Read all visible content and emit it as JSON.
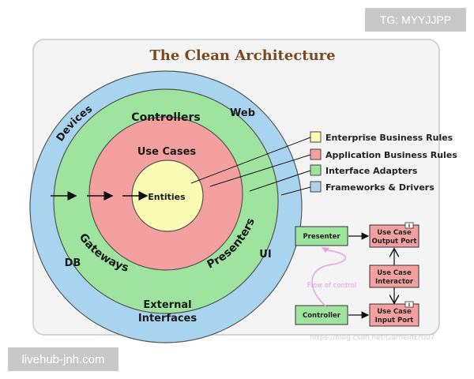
{
  "overlays": {
    "top_right": "TG: MYYJJPP",
    "bottom_left": "livehub-jnh.com",
    "watermark_url": "https://blog.csdn.net/GarfieldEr007"
  },
  "diagram": {
    "title": "The Clean Architecture",
    "rings": {
      "devices": "Devices",
      "web": "Web",
      "db": "DB",
      "ui": "UI",
      "external_line1": "External",
      "external_line2": "Interfaces",
      "controllers": "Controllers",
      "gateways": "Gateways",
      "presenters": "Presenters",
      "use_cases": "Use Cases",
      "entities": "Entities"
    },
    "legend": [
      {
        "label": "Enterprise Business Rules",
        "color": "#fbfbb4"
      },
      {
        "label": "Application Business Rules",
        "color": "#f4a0a0"
      },
      {
        "label": "Interface Adapters",
        "color": "#9ee39e"
      },
      {
        "label": "Frameworks & Drivers",
        "color": "#a9d4ef"
      }
    ],
    "flow": {
      "presenter": "Presenter",
      "controller": "Controller",
      "output_port_line1": "Use Case",
      "output_port_line2": "Output Port",
      "interactor_line1": "Use Case",
      "interactor_line2": "Interactor",
      "input_port_line1": "Use Case",
      "input_port_line2": "Input Port",
      "flow_of_control": "Flow of control",
      "interface_marker": "I"
    },
    "colors": {
      "panel": "#f4f4f4",
      "outer_ring": "#a9d4ef",
      "adapter_ring": "#9ee39e",
      "usecase_ring": "#f4a0a0",
      "entity_core": "#fbfbb4",
      "title": "#7a4a1e",
      "flow_label": "#e9a0e0"
    }
  }
}
